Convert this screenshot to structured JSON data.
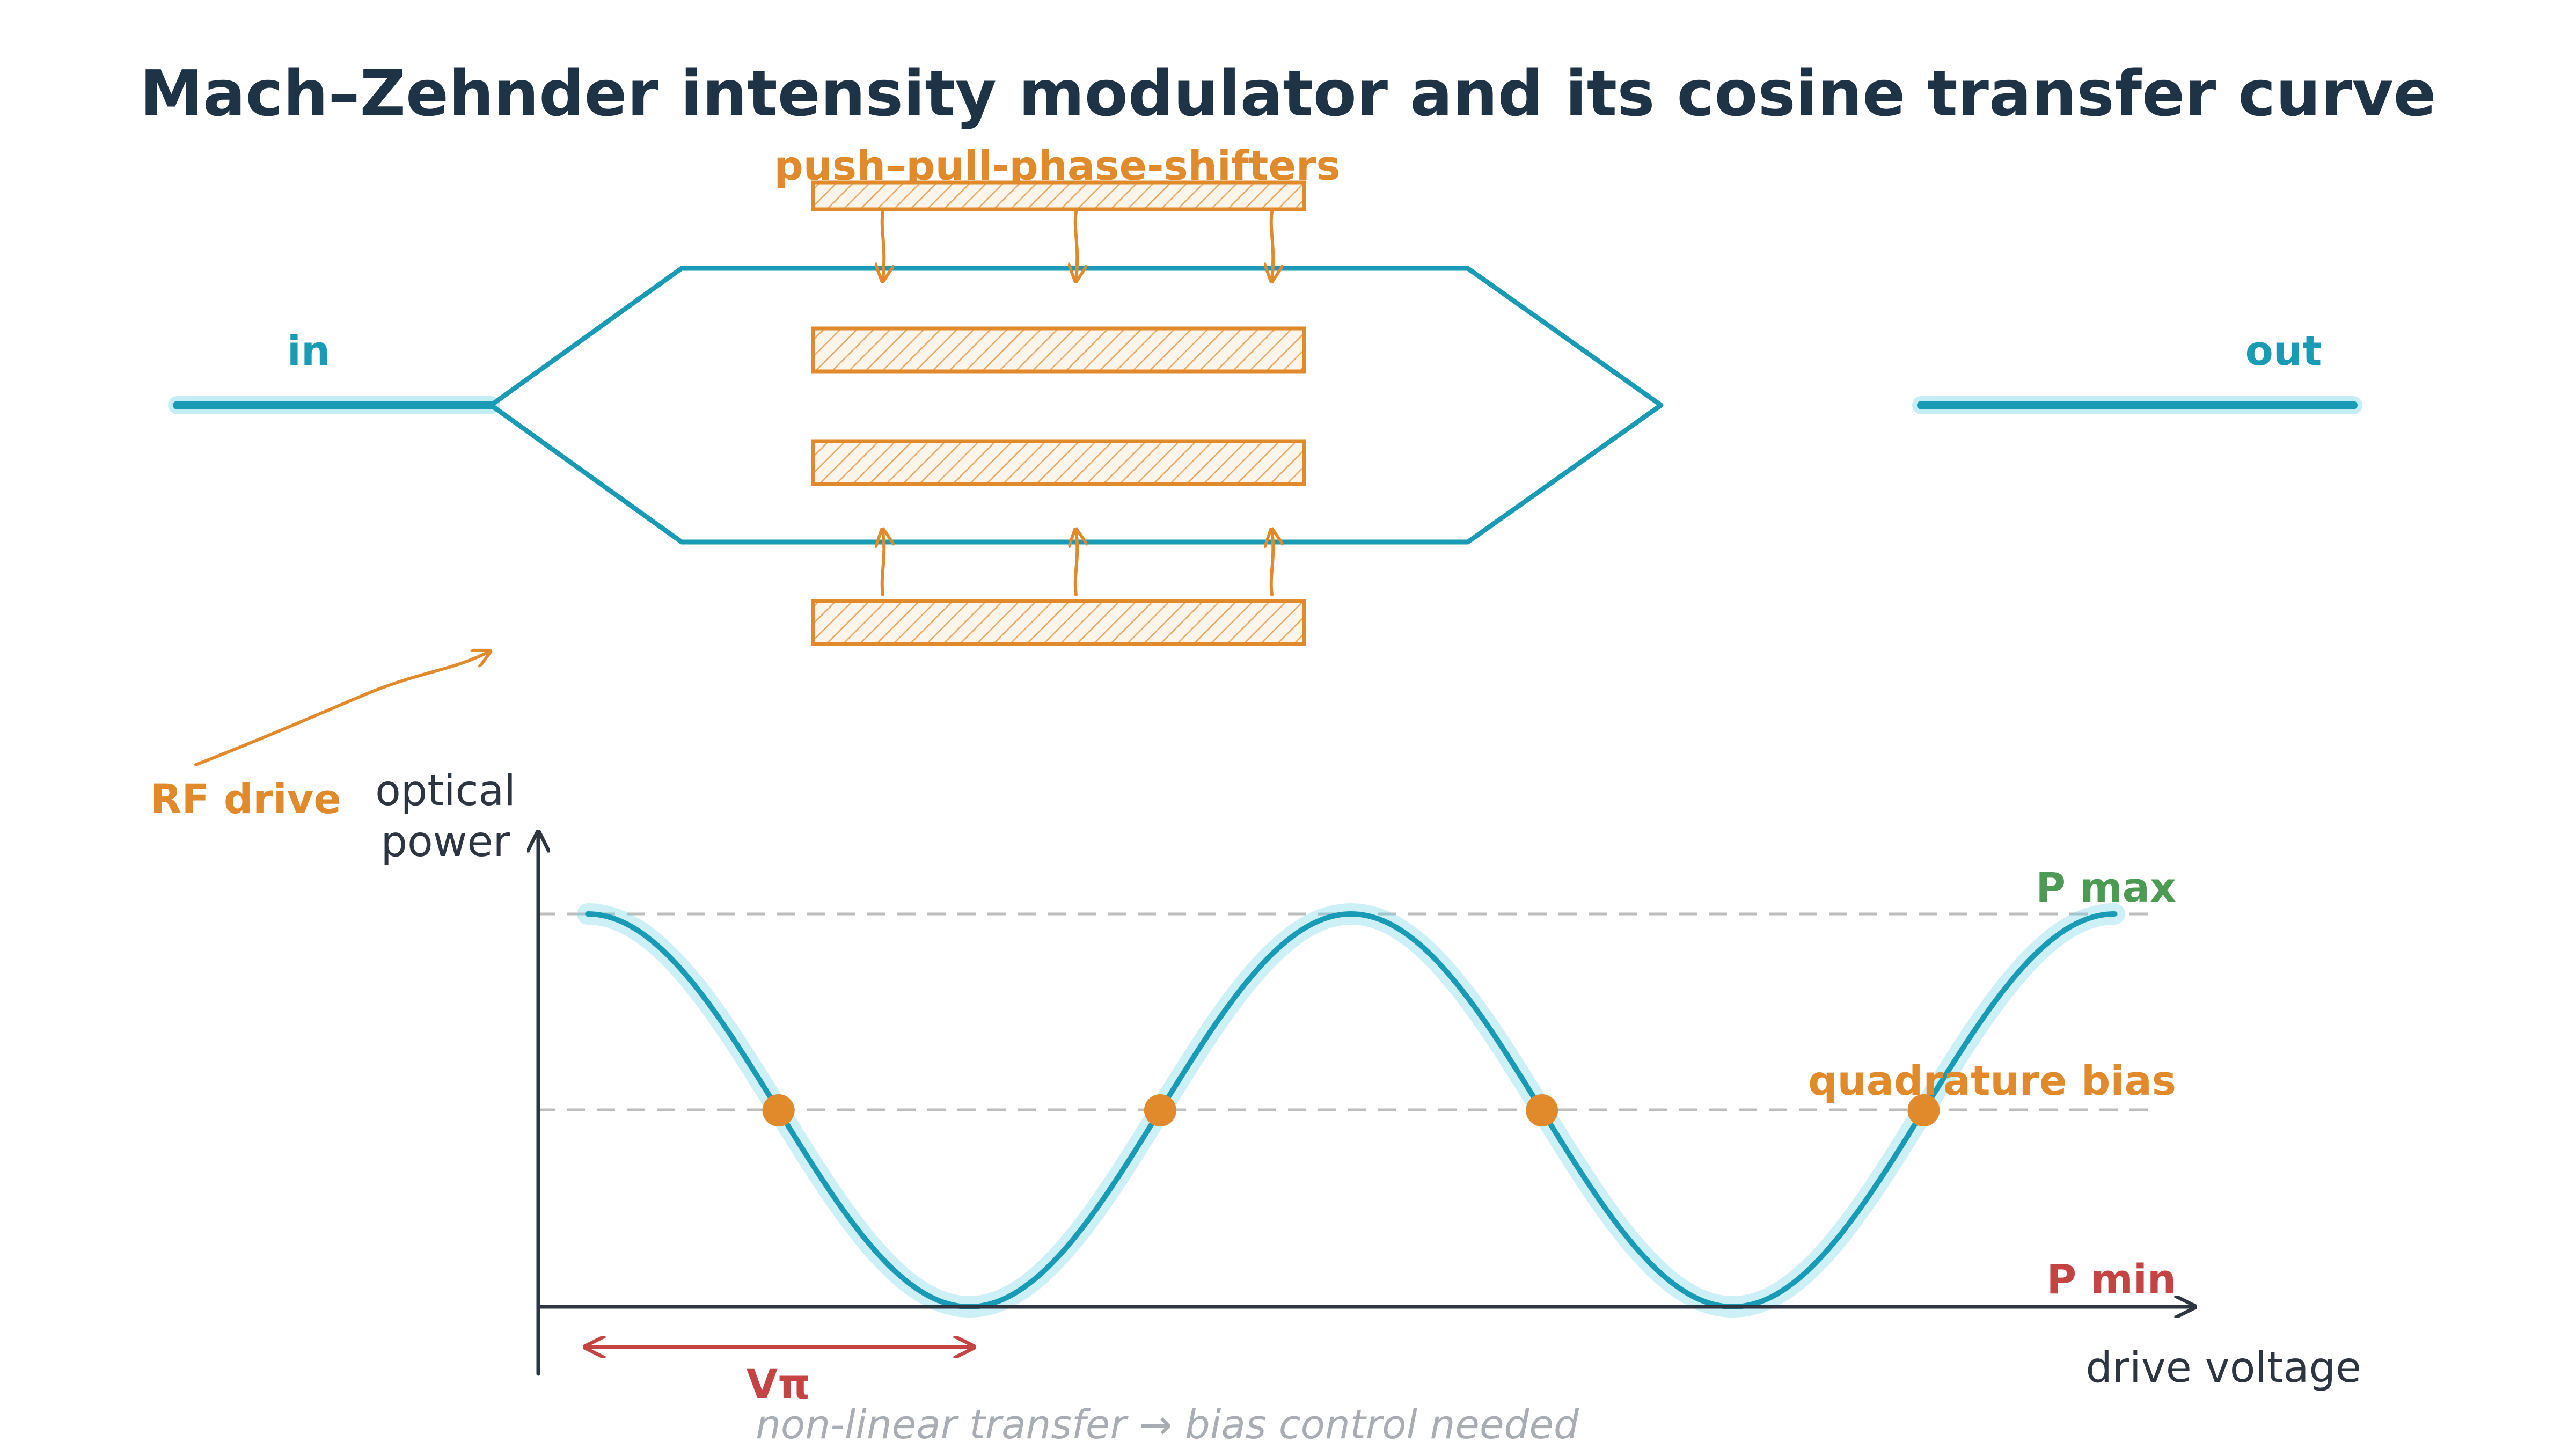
{
  "title": "Mach–Zehnder intensity modulator and its cosine transfer curve",
  "modulator": {
    "electrode_label": "push–pull-phase-shifters",
    "input_label": "in",
    "output_label": "out",
    "rf_label": "RF drive"
  },
  "plot": {
    "y_axis_label_line1": "optical",
    "y_axis_label_line2": "power",
    "x_axis_label": "drive voltage",
    "pmax_label": "P max",
    "pmin_label": "P min",
    "quadrature_label": "quadrature bias",
    "vpi_label": "Vπ",
    "note": "non-linear transfer → bias control needed"
  },
  "colors": {
    "waveguide": "#1a9bb5",
    "electrode": "#e08a2c",
    "pmax": "#4d9a55",
    "pmin": "#c44444",
    "axis": "#2c3540"
  },
  "chart_data": {
    "type": "line",
    "title": "",
    "xlabel": "drive voltage",
    "ylabel": "optical power",
    "x_unit": "Vπ",
    "xlim": [
      0,
      4
    ],
    "ylim": [
      0,
      1
    ],
    "series": [
      {
        "function": "cosine",
        "period_vpi": 2,
        "y_min": 0,
        "y_max": 1
      }
    ],
    "reference_lines": [
      {
        "label": "P max",
        "y": 1
      },
      {
        "label": "quadrature bias",
        "y": 0.5
      },
      {
        "label": "P min",
        "y": 0
      }
    ],
    "quadrature_points_x": [
      0.5,
      1.5,
      2.5,
      3.5
    ],
    "vpi_span": [
      0,
      1
    ],
    "grid": false
  }
}
